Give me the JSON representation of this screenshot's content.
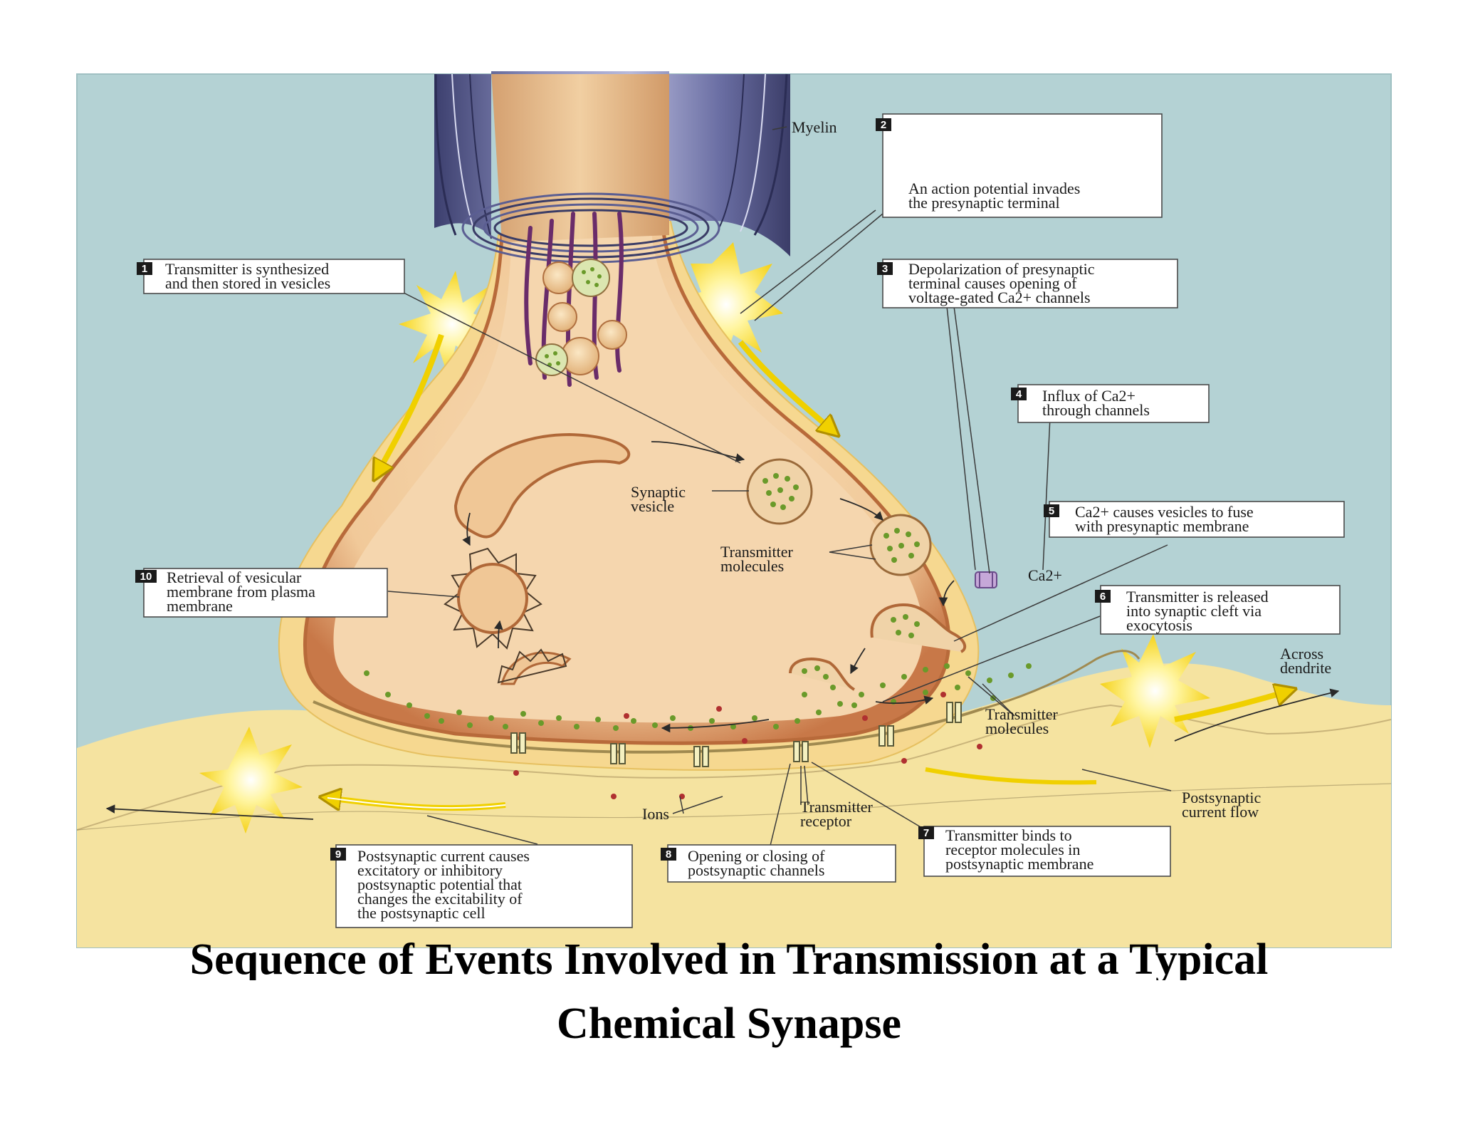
{
  "title": {
    "line1": "Sequence of Events Involved in Transmission at a Typical",
    "line2": "Chemical Synapse"
  },
  "labels": {
    "myelin": "Myelin",
    "synaptic_vesicle": [
      "Synaptic",
      "vesicle"
    ],
    "transmitter_molecules_inner": [
      "Transmitter",
      "molecules"
    ],
    "ca": "Ca2+",
    "across_dendrite": [
      "Across",
      "dendrite"
    ],
    "transmitter_molecules_cleft": [
      "Transmitter",
      "molecules"
    ],
    "postsynaptic_current_flow": [
      "Postsynaptic",
      "current flow"
    ],
    "ions": "Ions",
    "transmitter_receptor": [
      "Transmitter",
      "receptor"
    ]
  },
  "steps": [
    {
      "n": "1",
      "lines": [
        "Transmitter is synthesized",
        "and then stored in vesicles"
      ]
    },
    {
      "n": "2",
      "lines": [
        "An action potential invades",
        "the presynaptic terminal"
      ]
    },
    {
      "n": "3",
      "lines": [
        "Depolarization of presynaptic",
        "terminal causes opening of",
        "voltage-gated Ca2+ channels"
      ]
    },
    {
      "n": "4",
      "lines": [
        "Influx of Ca2+",
        "through channels"
      ]
    },
    {
      "n": "5",
      "lines": [
        "Ca2+ causes vesicles to fuse",
        "with presynaptic membrane"
      ]
    },
    {
      "n": "6",
      "lines": [
        "Transmitter is released",
        "into synaptic cleft via",
        "exocytosis"
      ]
    },
    {
      "n": "7",
      "lines": [
        "Transmitter binds to",
        "receptor molecules in",
        "postsynaptic membrane"
      ]
    },
    {
      "n": "8",
      "lines": [
        "Opening or closing of",
        "postsynaptic channels"
      ]
    },
    {
      "n": "9",
      "lines": [
        "Postsynaptic current causes",
        "excitatory or inhibitory",
        "postsynaptic potential that",
        "changes the excitability of",
        "the postsynaptic cell"
      ]
    },
    {
      "n": "10",
      "lines": [
        "Retrieval of vesicular",
        "membrane from plasma",
        "membrane"
      ]
    }
  ],
  "colors": {
    "background": "#b4d2d4",
    "terminal_outer": "#f2cc8a",
    "terminal_inner": "#f6d7ab",
    "membrane": "#c0713f",
    "postsynaptic": "#f5e3a0",
    "myelin": "#6a6fa0",
    "transmitter": "#6a9a2a",
    "ion": "#b03030",
    "arrow": "#f0d000"
  }
}
